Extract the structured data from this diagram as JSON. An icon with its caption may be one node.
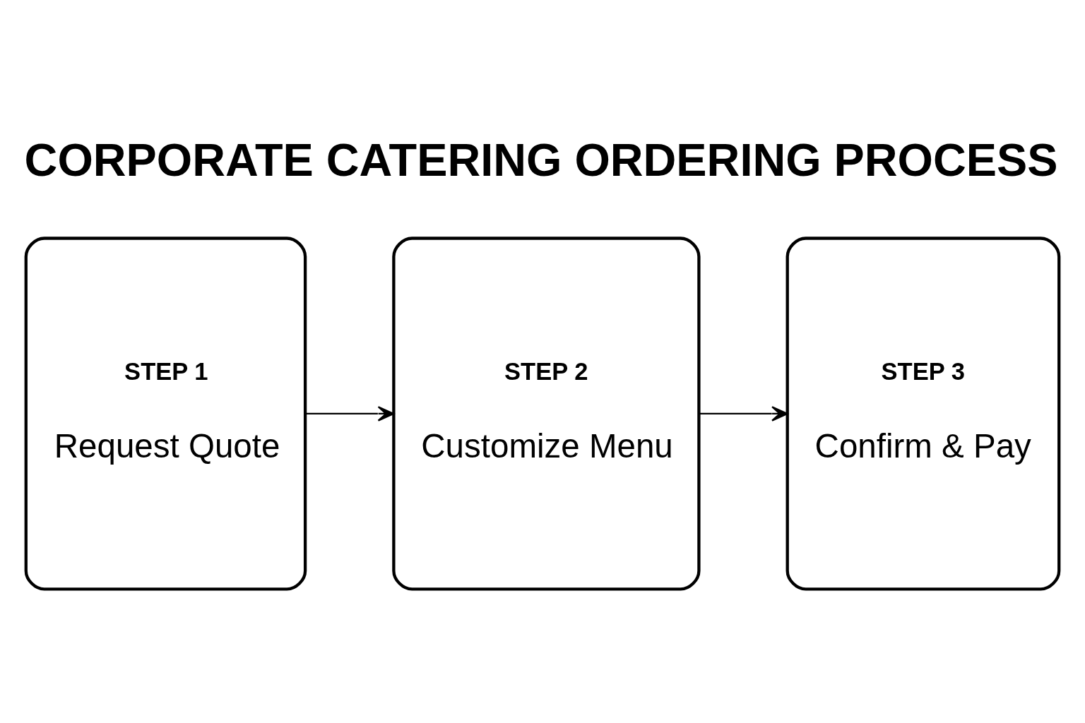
{
  "diagram": {
    "title": "CORPORATE CATERING ORDERING PROCESS",
    "nodes": [
      {
        "text": [
          "STEP 1",
          "Request Quote"
        ]
      },
      {
        "text": [
          "STEP 2",
          "Customize Menu"
        ]
      },
      {
        "text": [
          "STEP 3",
          "Confirm & Pay"
        ]
      }
    ],
    "edges": [
      {
        "from": 0,
        "to": 1,
        "arrow": "to"
      },
      {
        "from": 1,
        "to": 2,
        "arrow": "to"
      }
    ]
  }
}
